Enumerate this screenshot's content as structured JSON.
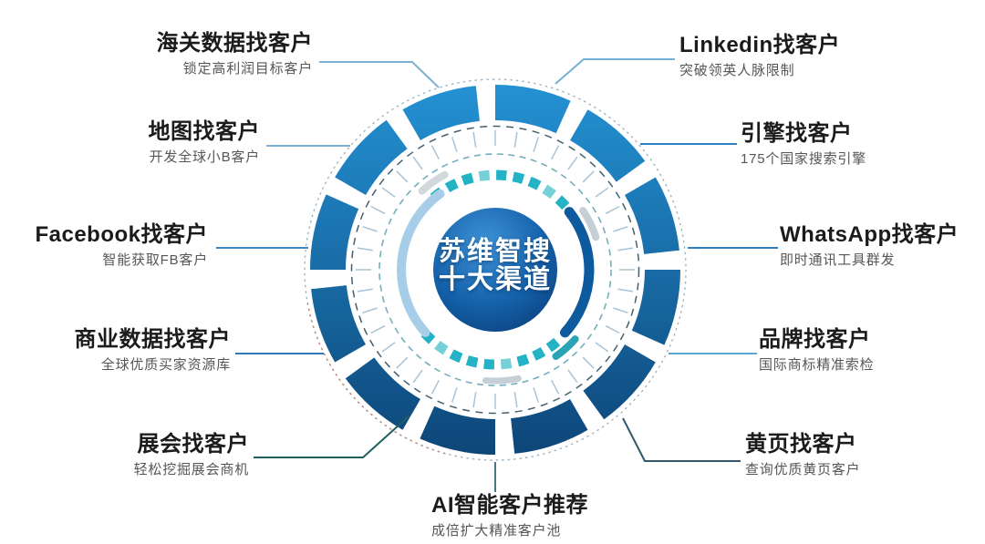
{
  "page": {
    "background": "#ffffff"
  },
  "center": {
    "line1": "苏维智搜",
    "line2": "十大渠道"
  },
  "channels": [
    {
      "id": "customs-data",
      "title": "海关数据找客户",
      "subtitle": "锁定高利润目标客户"
    },
    {
      "id": "map",
      "title": "地图找客户",
      "subtitle": "开发全球小B客户"
    },
    {
      "id": "facebook",
      "title": "Facebook找客户",
      "subtitle": "智能获取FB客户"
    },
    {
      "id": "business-data",
      "title": "商业数据找客户",
      "subtitle": "全球优质买家资源库"
    },
    {
      "id": "exhibition",
      "title": "展会找客户",
      "subtitle": "轻松挖掘展会商机"
    },
    {
      "id": "ai-recommend",
      "title": "AI智能客户推荐",
      "subtitle": "成倍扩大精准客户池"
    },
    {
      "id": "linkedin",
      "title": "Linkedin找客户",
      "subtitle": "突破领英人脉限制"
    },
    {
      "id": "search-engine",
      "title": "引擎找客户",
      "subtitle": "175个国家搜索引擎"
    },
    {
      "id": "whatsapp",
      "title": "WhatsApp找客户",
      "subtitle": "即时通讯工具群发"
    },
    {
      "id": "brand",
      "title": "品牌找客户",
      "subtitle": "国际商标精准索检"
    },
    {
      "id": "yellow-pages",
      "title": "黄页找客户",
      "subtitle": "查询优质黄页客户"
    }
  ],
  "colors": {
    "seg_top": "#2492d4",
    "seg_bottom": "#0d4578",
    "outer_dotted": "#9fb4c0",
    "outer_dotted_red": "#c08b80",
    "dash_outer": "#44606e",
    "dash_inner": "#74aebc",
    "tick": "#a9c3d6",
    "cyan": "#23b3c4",
    "cyan_light": "#76d0d8",
    "arc_light": "#a8cde9",
    "arc_dark": "#0d5a9e",
    "silver": "#c6cfd5",
    "silver2": "#d2d9dd",
    "teal_small": "#2aa3b5",
    "sphere_hi": "#3f93d8",
    "sphere_mid": "#1563ac",
    "sphere_dark": "#0a3c77",
    "halo": "#ffffff",
    "title_color": "#1b1b1b",
    "subtitle_color": "#565656",
    "center_text_color": "#ffffff",
    "connector_customs": "#7fb0d2",
    "connector_map": "#7fb0d2",
    "connector_facebook": "#3a87c4",
    "connector_business": "#2f79b8",
    "connector_exhibition": "#1e5f60",
    "connector_ai": "#4a7585",
    "connector_linkedin": "#74b0d6",
    "connector_engine": "#2e7fc0",
    "connector_whatsapp": "#2e7fc0",
    "connector_brand": "#58a6d8",
    "connector_yellowpages": "#33586b"
  }
}
